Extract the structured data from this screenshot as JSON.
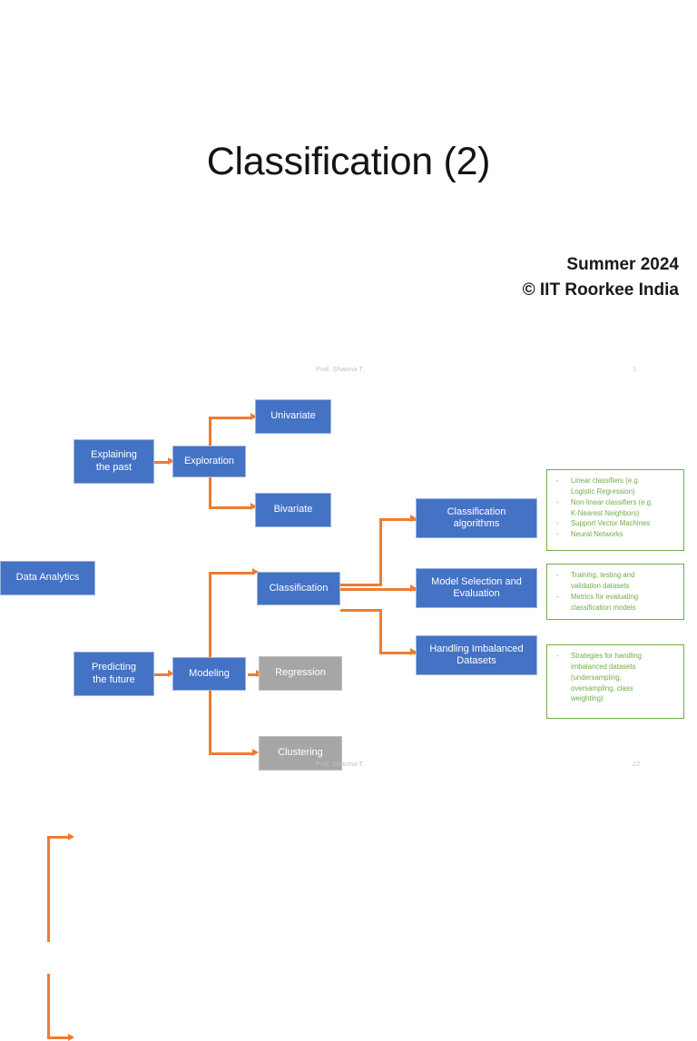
{
  "slide_title": {
    "title": "Classification (2)",
    "term": "Summer 2024",
    "copyright": "© IIT Roorkee India",
    "footer_author": "Prof. Sharma T.",
    "footer_page": "1"
  },
  "slide_diagram": {
    "footer_author": "Prof. Sharma T.",
    "footer_page": "22",
    "nodes": {
      "data_analytics": "Data Analytics",
      "explaining_past": "Explaining\nthe past",
      "exploration": "Exploration",
      "univariate": "Univariate",
      "bivariate": "Bivariate",
      "predicting_future": "Predicting\nthe future",
      "modeling": "Modeling",
      "classification": "Classification",
      "regression": "Regression",
      "clustering": "Clustering",
      "classification_algorithms": "Classification\nalgorithms",
      "model_selection": "Model Selection and\nEvaluation",
      "handling_imbalanced": "Handling Imbalanced\nDatasets"
    },
    "callouts": [
      {
        "id": "callout-algorithms",
        "items": [
          "Linear classifiers (e.g.\nLogistic Regression)",
          "Non-linear classifiers (e.g.\nK-Nearest Neighbors)",
          "Support Vector Machines",
          "Neural Networks"
        ]
      },
      {
        "id": "callout-model-selection",
        "items": [
          "Training, testing and\nvalidation datasets",
          "Metrics for evaluating\nclassification models"
        ]
      },
      {
        "id": "callout-imbalanced",
        "items": [
          "Strategies for handling\nimbalanced datasets\n(undersampling,\noversampling, class\nweighting)"
        ]
      }
    ]
  },
  "colors": {
    "node_blue": "#4472C4",
    "node_gray": "#A6A6A6",
    "connector_orange": "#ED7D31",
    "callout_green": "#70AD47",
    "background": "#FFFFFF"
  }
}
